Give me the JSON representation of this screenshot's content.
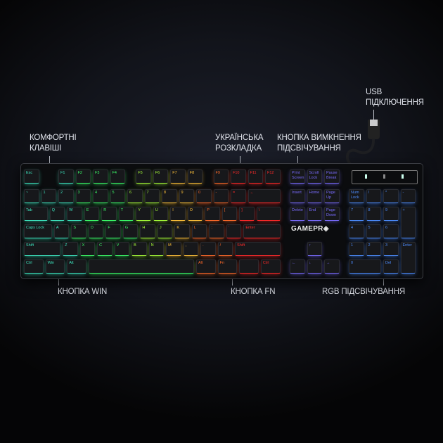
{
  "callouts": {
    "comfort_keys": [
      "КОМФОРТНІ",
      "КЛАВІШІ"
    ],
    "ukrainian_layout": [
      "УКРАЇНСЬКА",
      "РОЗКЛАДКА"
    ],
    "backlight_off_button": [
      "КНОПКА ВИМКНЕННЯ",
      "ПІДСВІЧУВАННЯ"
    ],
    "usb": [
      "USB",
      "ПІДКЛЮЧЕННЯ"
    ],
    "win_button": "КНОПКА WIN",
    "fn_button": "КНОПКА FN",
    "rgb_backlight": "RGB ПІДСВІЧУВАННЯ"
  },
  "brand_logo": "GAMEPR",
  "keyboard": {
    "rows": [
      [
        "Esc",
        "F1",
        "F2",
        "F3",
        "F4",
        "F5",
        "F6",
        "F7",
        "F8",
        "F9",
        "F10",
        "F11",
        "F12",
        "Print Screen",
        "Scroll Lock",
        "Pause Break"
      ],
      [
        "~",
        "1",
        "2",
        "3",
        "4",
        "5",
        "6",
        "7",
        "8",
        "9",
        "0",
        "-",
        "=",
        "←",
        "Insert",
        "Home",
        "Page Up",
        "Num Lock",
        "/",
        "*",
        "-"
      ],
      [
        "Tab",
        "Q",
        "W",
        "E",
        "R",
        "T",
        "Y",
        "U",
        "I",
        "O",
        "P",
        "[",
        "]",
        "\\",
        "Delete",
        "End",
        "Page Down",
        "7",
        "8",
        "9",
        "+"
      ],
      [
        "Caps Lock",
        "A",
        "S",
        "D",
        "F",
        "G",
        "H",
        "J",
        "K",
        "L",
        ";",
        "'",
        "Enter",
        "4",
        "5",
        "6"
      ],
      [
        "Shift",
        "Z",
        "X",
        "C",
        "V",
        "B",
        "N",
        "M",
        ",",
        ".",
        "/",
        "Shift",
        "↑",
        "1",
        "2",
        "3",
        "Enter"
      ],
      [
        "Ctrl",
        "Win",
        "Alt",
        "",
        "Alt",
        "Fn",
        "",
        "Ctrl",
        "←",
        "↓",
        "→",
        "0",
        "Del"
      ]
    ]
  },
  "colors": {
    "accent_green": "#3cff6a",
    "accent_red": "#ff2a2a",
    "accent_blue": "#3a7bff"
  }
}
